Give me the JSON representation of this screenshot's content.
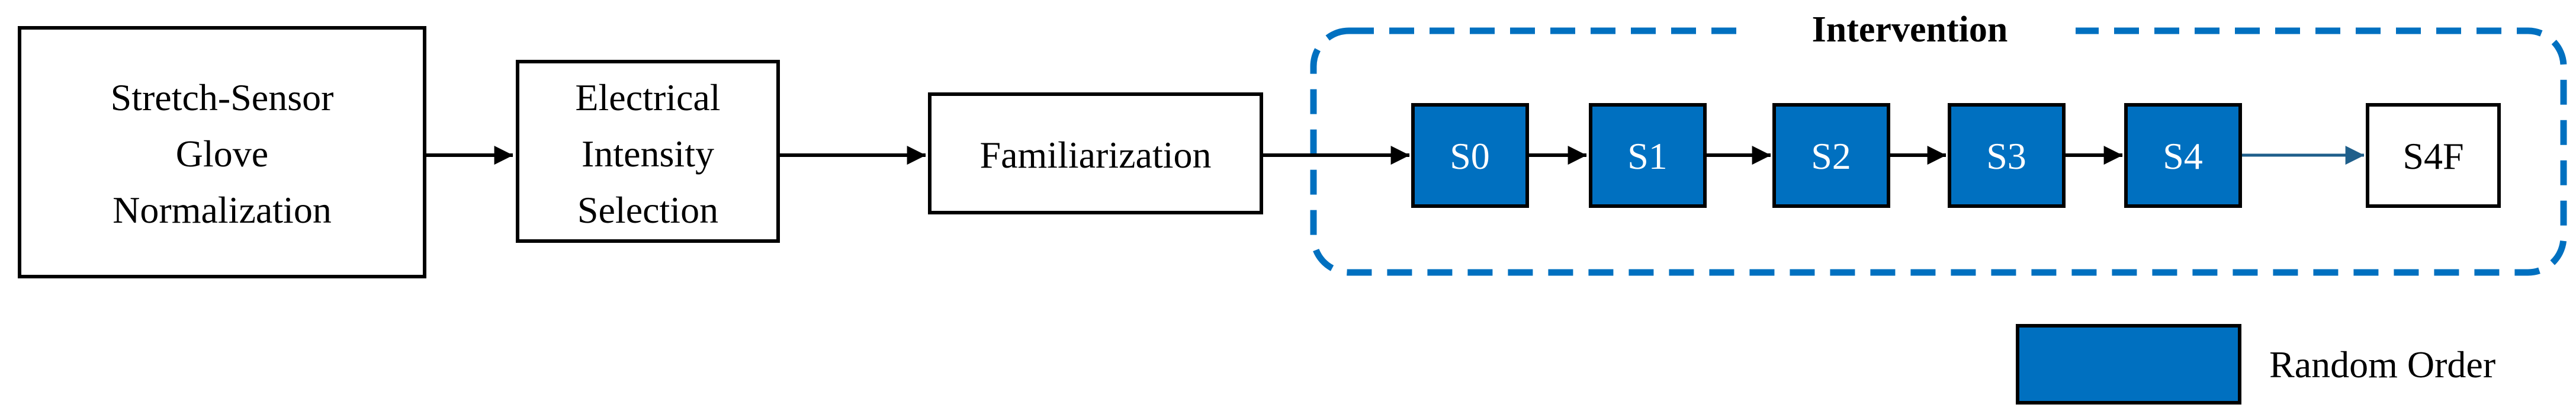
{
  "steps": {
    "normalization": {
      "line1": "Stretch-Sensor",
      "line2": "Glove",
      "line3": "Normalization"
    },
    "intensity": {
      "line1": "Electrical",
      "line2": "Intensity",
      "line3": "Selection"
    },
    "familiarization": {
      "label": "Familiarization"
    }
  },
  "intervention": {
    "title": "Intervention",
    "sessions": [
      "S0",
      "S1",
      "S2",
      "S3",
      "S4"
    ],
    "final_session": "S4F"
  },
  "legend": {
    "label": "Random Order",
    "color": "#0070c0"
  },
  "colors": {
    "accent": "#0070c0",
    "border": "#000000",
    "dashed_border": "#0070c0",
    "final_arrow": "#1f5f8b"
  }
}
